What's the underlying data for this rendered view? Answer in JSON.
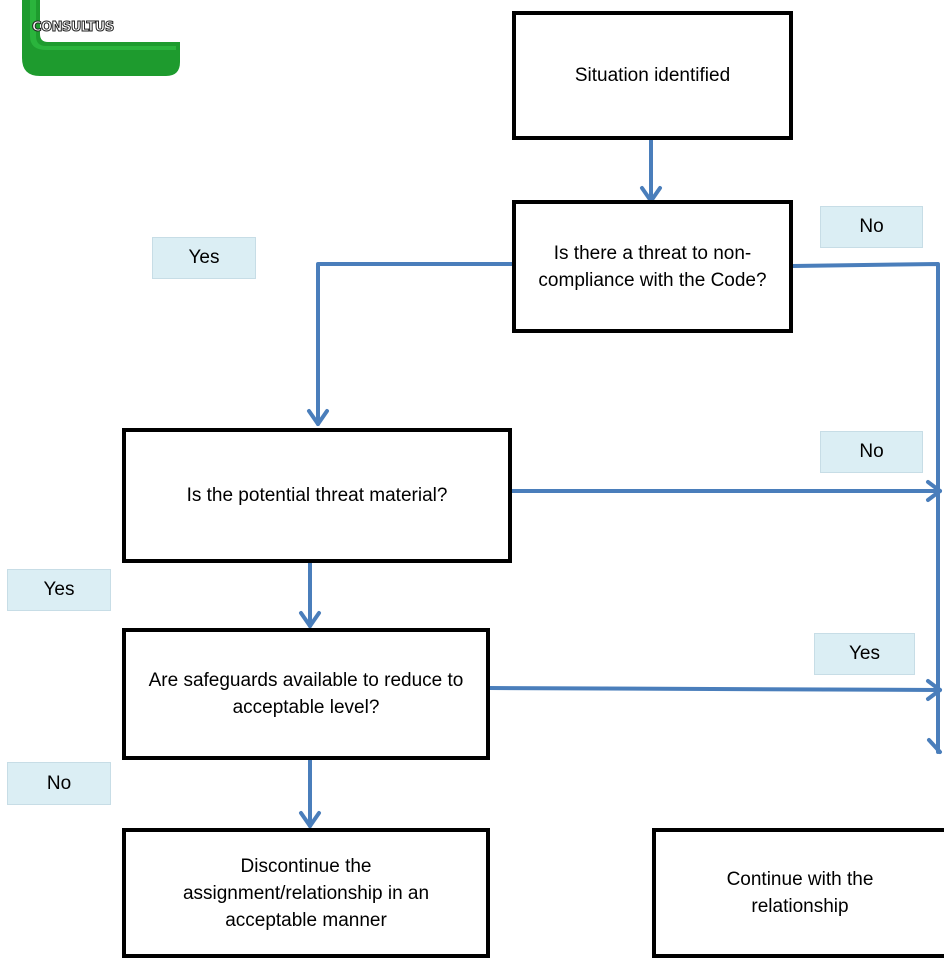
{
  "logo": {
    "text": "CONSULTUS",
    "color": "#1e9b2e"
  },
  "colors": {
    "arrow": "#4a7ebb",
    "tag_fill": "#dbeef4",
    "box_border": "#000000"
  },
  "nodes": {
    "situation": "Situation identified",
    "threat": "Is there a threat to non-compliance with the Code?",
    "material": "Is the potential threat material?",
    "safeguards": "Are safeguards available to reduce to acceptable level?",
    "discontinue": "Discontinue the assignment/relationship in an acceptable manner",
    "continue": "Continue with the relationship"
  },
  "edge_labels": {
    "threat_yes": "Yes",
    "threat_no": "No",
    "material_no": "No",
    "material_yes": "Yes",
    "safeguards_yes": "Yes",
    "safeguards_no": "No"
  }
}
